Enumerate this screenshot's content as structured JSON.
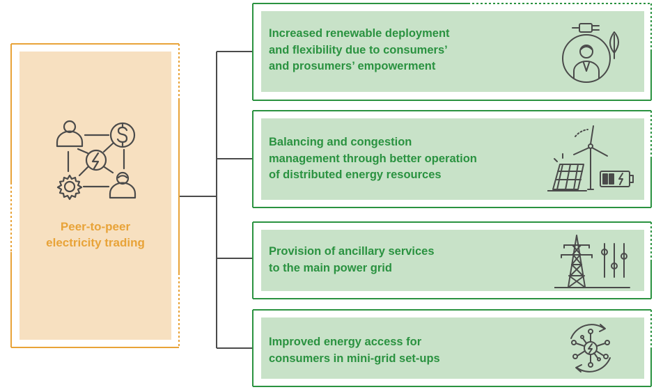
{
  "central": {
    "title_lines": [
      "Peer-to-peer",
      "electricity trading"
    ],
    "icon": "p2p-trading-network-icon"
  },
  "benefits": [
    {
      "lines": [
        "Increased renewable deployment",
        "and flexibility due to consumers’",
        "and prosumers’ empowerment"
      ],
      "icon": "consumer-plug-leaf-icon"
    },
    {
      "lines": [
        "Balancing and congestion",
        "management through better operation",
        "of distributed energy resources"
      ],
      "icon": "solar-wind-battery-icon"
    },
    {
      "lines": [
        "Provision of ancillary services",
        "to the main power grid"
      ],
      "icon": "transmission-tower-sliders-icon"
    },
    {
      "lines": [
        "Improved energy access for",
        "consumers in mini-grid set-ups"
      ],
      "icon": "mini-grid-network-icon"
    }
  ],
  "colors": {
    "orange": "#e8a338",
    "orange_fill": "#f7e0c0",
    "green": "#2a9240",
    "green_fill": "#c8e2c8",
    "icon_gray": "#4a4a4a"
  }
}
